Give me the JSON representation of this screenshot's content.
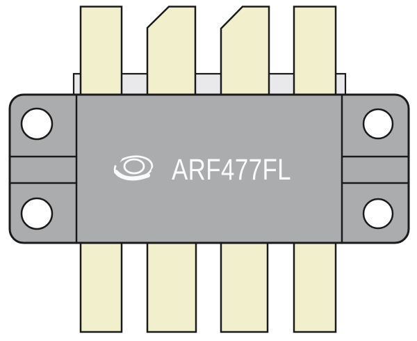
{
  "device": {
    "part_number": "ARF477FL",
    "logo": "apt-swirl-logo"
  },
  "package_illustration": {
    "top_leads": [
      "lead-1",
      "lead-2-chamfered",
      "lead-3-chamfered",
      "lead-4"
    ],
    "bottom_leads": [
      "lead-1",
      "lead-2",
      "lead-3",
      "lead-4"
    ],
    "mounting_holes": [
      "top-left",
      "top-right",
      "bottom-left",
      "bottom-right"
    ],
    "flange_sections": [
      "top-ear",
      "middle-strip",
      "bottom-ear"
    ]
  },
  "colors": {
    "background": "#FFFFFF",
    "body_gray": "#ABACAE",
    "lid_strip": "#E9E9EB",
    "lead_cream": "#F2EFCC",
    "outline": "#1A1A1A",
    "hole_white": "#FFFFFF",
    "label_white": "#FAFAFA"
  }
}
